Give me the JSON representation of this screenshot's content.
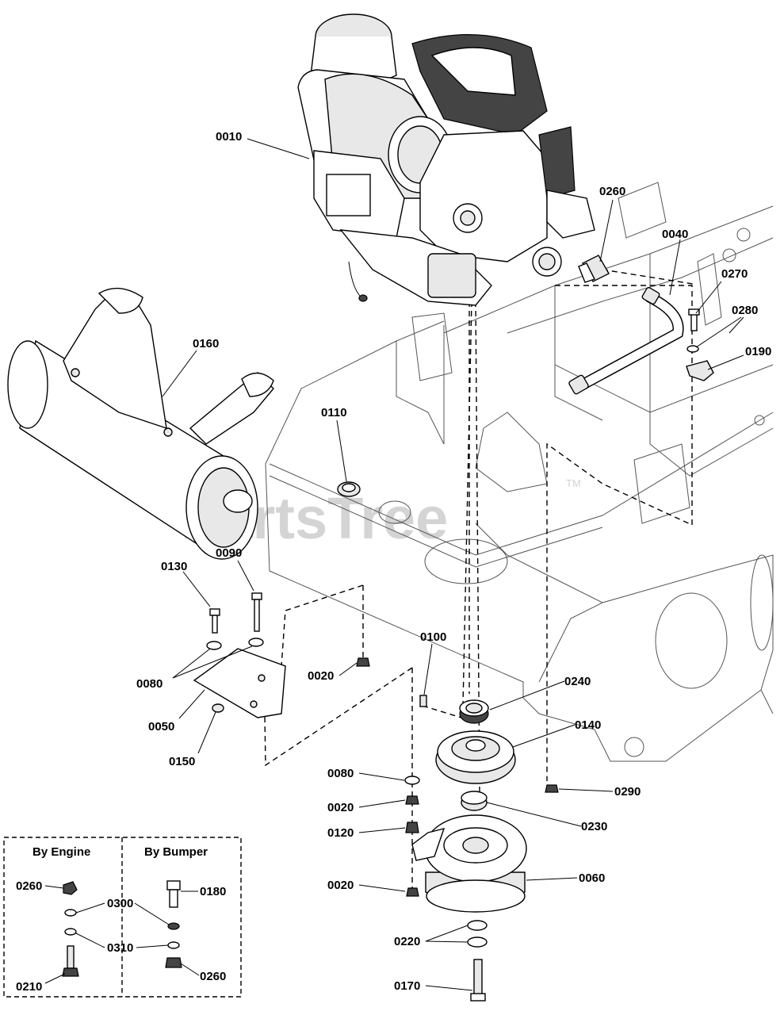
{
  "watermark": {
    "text": "PartsTree",
    "trademark": "TM"
  },
  "callouts": [
    {
      "id": "engine",
      "label": "0010"
    },
    {
      "id": "fitting-top",
      "label": "0260"
    },
    {
      "id": "fuel-hose",
      "label": "0040"
    },
    {
      "id": "bolt-0270",
      "label": "0270"
    },
    {
      "id": "washer-0280",
      "label": "0280"
    },
    {
      "id": "clamp-0190",
      "label": "0190"
    },
    {
      "id": "muffler",
      "label": "0160"
    },
    {
      "id": "grommet",
      "label": "0110"
    },
    {
      "id": "bolt-0130",
      "label": "0130"
    },
    {
      "id": "bolt-0090",
      "label": "0090"
    },
    {
      "id": "washer-0080-left",
      "label": "0080"
    },
    {
      "id": "plate-0050",
      "label": "0050"
    },
    {
      "id": "nut-0150",
      "label": "0150"
    },
    {
      "id": "nut-0020-a",
      "label": "0020"
    },
    {
      "id": "key-0100",
      "label": "0100"
    },
    {
      "id": "bearing-0240",
      "label": "0240"
    },
    {
      "id": "pulley-0140",
      "label": "0140"
    },
    {
      "id": "nut-0290",
      "label": "0290"
    },
    {
      "id": "washer-0080-right",
      "label": "0080"
    },
    {
      "id": "nut-0020-b",
      "label": "0020"
    },
    {
      "id": "bushing-0230",
      "label": "0230"
    },
    {
      "id": "nut-0120",
      "label": "0120"
    },
    {
      "id": "clutch-0060",
      "label": "0060"
    },
    {
      "id": "nut-0020-c",
      "label": "0020"
    },
    {
      "id": "washers-0220",
      "label": "0220"
    },
    {
      "id": "bolt-0170",
      "label": "0170"
    }
  ],
  "inset": {
    "left_title": "By Engine",
    "right_title": "By Bumper",
    "labels": [
      {
        "id": "inset-0260-left",
        "label": "0260"
      },
      {
        "id": "inset-0300",
        "label": "0300"
      },
      {
        "id": "inset-0310",
        "label": "0310"
      },
      {
        "id": "inset-0210",
        "label": "0210"
      },
      {
        "id": "inset-0180",
        "label": "0180"
      },
      {
        "id": "inset-0260-right",
        "label": "0260"
      }
    ]
  }
}
